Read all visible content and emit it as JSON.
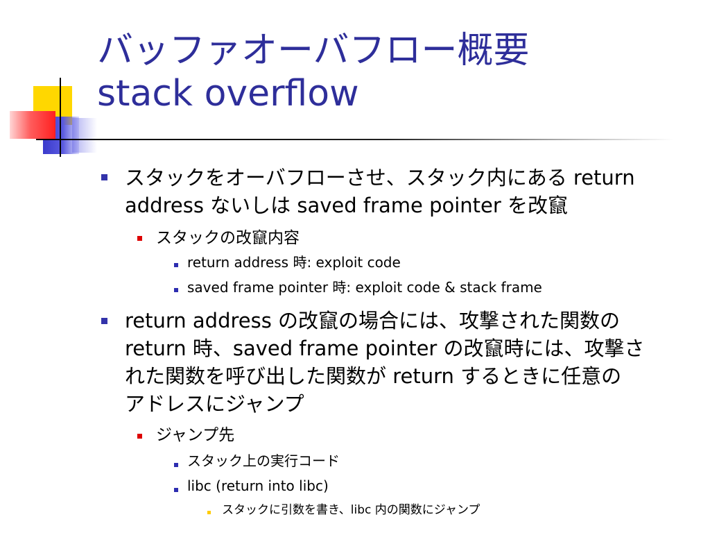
{
  "slide": {
    "title_line1": "バッファオーバフロー概要",
    "title_line2": "stack overflow",
    "colors": {
      "title": "#2e2e9a",
      "bullet_l1": "#3333aa",
      "bullet_l2": "#dd0000",
      "bullet_l3": "#2d2db0",
      "bullet_l4": "#ffcc00"
    },
    "bullets": {
      "b1_line1": "スタックをオーバフローさせ、スタック内にある return",
      "b1_line2": "address ないしは saved frame pointer を改竄",
      "b1_1": "スタックの改竄内容",
      "b1_1_1": "return address 時: exploit code",
      "b1_1_2": "saved frame pointer 時: exploit code & stack frame",
      "b2_line1": "return address の改竄の場合には、攻撃された関数の",
      "b2_line2": "return 時、saved frame pointer の改竄時には、攻撃さ",
      "b2_line3": "れた関数を呼び出した関数が return するときに任意の",
      "b2_line4": "アドレスにジャンプ",
      "b2_1": "ジャンプ先",
      "b2_1_1": "スタック上の実行コード",
      "b2_1_2": "libc (return into libc)",
      "b2_1_2_1": "スタックに引数を書き、libc 内の関数にジャンプ"
    }
  }
}
